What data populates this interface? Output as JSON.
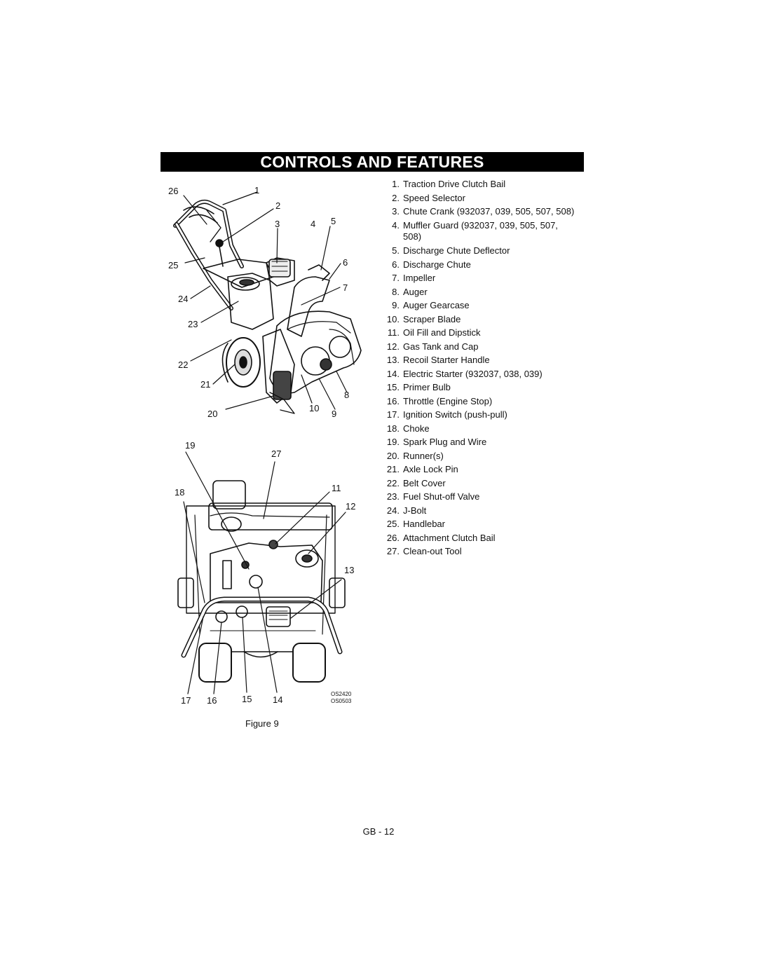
{
  "header": {
    "title": "CONTROLS AND FEATURES"
  },
  "figure": {
    "caption": "Figure 9",
    "image_codes": [
      "OS2420",
      "OS0503"
    ],
    "upper_callouts": [
      "26",
      "1",
      "2",
      "3",
      "4",
      "5",
      "25",
      "6",
      "7",
      "24",
      "23",
      "22",
      "21",
      "8",
      "10",
      "9",
      "20"
    ],
    "lower_callouts": [
      "19",
      "27",
      "18",
      "11",
      "12",
      "13",
      "17",
      "16",
      "15",
      "14"
    ]
  },
  "parts": [
    {
      "num": "1.",
      "label": "Traction Drive Clutch Bail"
    },
    {
      "num": "2.",
      "label": "Speed Selector"
    },
    {
      "num": "3.",
      "label": "Chute Crank (932037, 039, 505, 507, 508)"
    },
    {
      "num": "4.",
      "label": "Muffler Guard (932037, 039, 505, 507, 508)"
    },
    {
      "num": "5.",
      "label": "Discharge Chute Deflector"
    },
    {
      "num": "6.",
      "label": "Discharge Chute"
    },
    {
      "num": "7.",
      "label": "Impeller"
    },
    {
      "num": "8.",
      "label": "Auger"
    },
    {
      "num": "9.",
      "label": "Auger Gearcase"
    },
    {
      "num": "10.",
      "label": "Scraper Blade"
    },
    {
      "num": "11.",
      "label": "Oil Fill and Dipstick"
    },
    {
      "num": "12.",
      "label": "Gas Tank and Cap"
    },
    {
      "num": "13.",
      "label": "Recoil Starter Handle"
    },
    {
      "num": "14.",
      "label": "Electric Starter (932037, 038, 039)"
    },
    {
      "num": "15.",
      "label": "Primer Bulb"
    },
    {
      "num": "16.",
      "label": "Throttle (Engine Stop)"
    },
    {
      "num": "17.",
      "label": "Ignition Switch (push-pull)"
    },
    {
      "num": "18.",
      "label": "Choke"
    },
    {
      "num": "19.",
      "label": "Spark Plug and Wire"
    },
    {
      "num": "20.",
      "label": "Runner(s)"
    },
    {
      "num": "21.",
      "label": "Axle Lock Pin"
    },
    {
      "num": "22.",
      "label": "Belt Cover"
    },
    {
      "num": "23.",
      "label": "Fuel Shut-off Valve"
    },
    {
      "num": "24.",
      "label": "J-Bolt"
    },
    {
      "num": "25.",
      "label": "Handlebar"
    },
    {
      "num": "26.",
      "label": "Attachment Clutch Bail"
    },
    {
      "num": "27.",
      "label": "Clean-out Tool"
    }
  ],
  "footer": {
    "page_number": "GB - 12"
  }
}
